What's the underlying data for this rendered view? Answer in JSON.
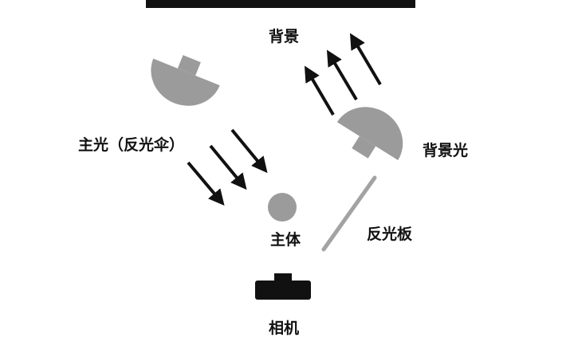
{
  "labels": {
    "background": "背景",
    "key_light": "主光（反光伞）",
    "background_light": "背景光",
    "subject": "主体",
    "reflector": "反光板",
    "camera": "相机"
  },
  "colors": {
    "lamp_gray": "#9b9b9b",
    "reflector_gray": "#a3a3a3",
    "ink": "#111111",
    "top_bar": "#111111"
  }
}
